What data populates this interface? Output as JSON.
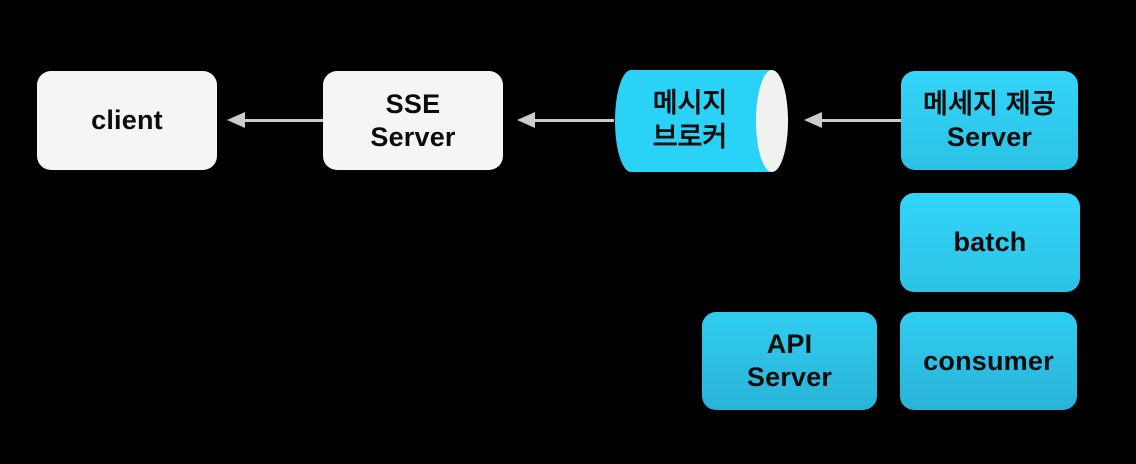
{
  "colors": {
    "background": "#000000",
    "node_white": "#f5f5f3",
    "node_cyan": "#2bd2f7",
    "node_cyan_dark": "#2ab3d8",
    "cylinder_body": "#2bd2f7",
    "cylinder_face": "#f1f2f0",
    "arrow": "#cbcbcb",
    "text": "#0c0c0c"
  },
  "diagram": {
    "nodes": {
      "client": {
        "label": "client",
        "shape": "rect",
        "color": "white"
      },
      "sse_server": {
        "line1": "SSE",
        "line2": "Server",
        "shape": "rect",
        "color": "white"
      },
      "message_broker": {
        "line1": "메시지",
        "line2": "브로커",
        "shape": "cylinder",
        "color": "cyan"
      },
      "message_provider_server": {
        "line1": "메세지 제공",
        "line2": "Server",
        "shape": "rect",
        "color": "cyan"
      },
      "batch": {
        "label": "batch",
        "shape": "rect",
        "color": "cyan"
      },
      "api_server": {
        "line1": "API",
        "line2": "Server",
        "shape": "rect",
        "color": "cyan"
      },
      "consumer": {
        "label": "consumer",
        "shape": "rect",
        "color": "cyan"
      }
    },
    "edges": [
      {
        "from": "sse_server",
        "to": "client",
        "direction": "left"
      },
      {
        "from": "message_broker",
        "to": "sse_server",
        "direction": "left"
      },
      {
        "from": "message_provider_server",
        "to": "message_broker",
        "direction": "left"
      }
    ]
  }
}
